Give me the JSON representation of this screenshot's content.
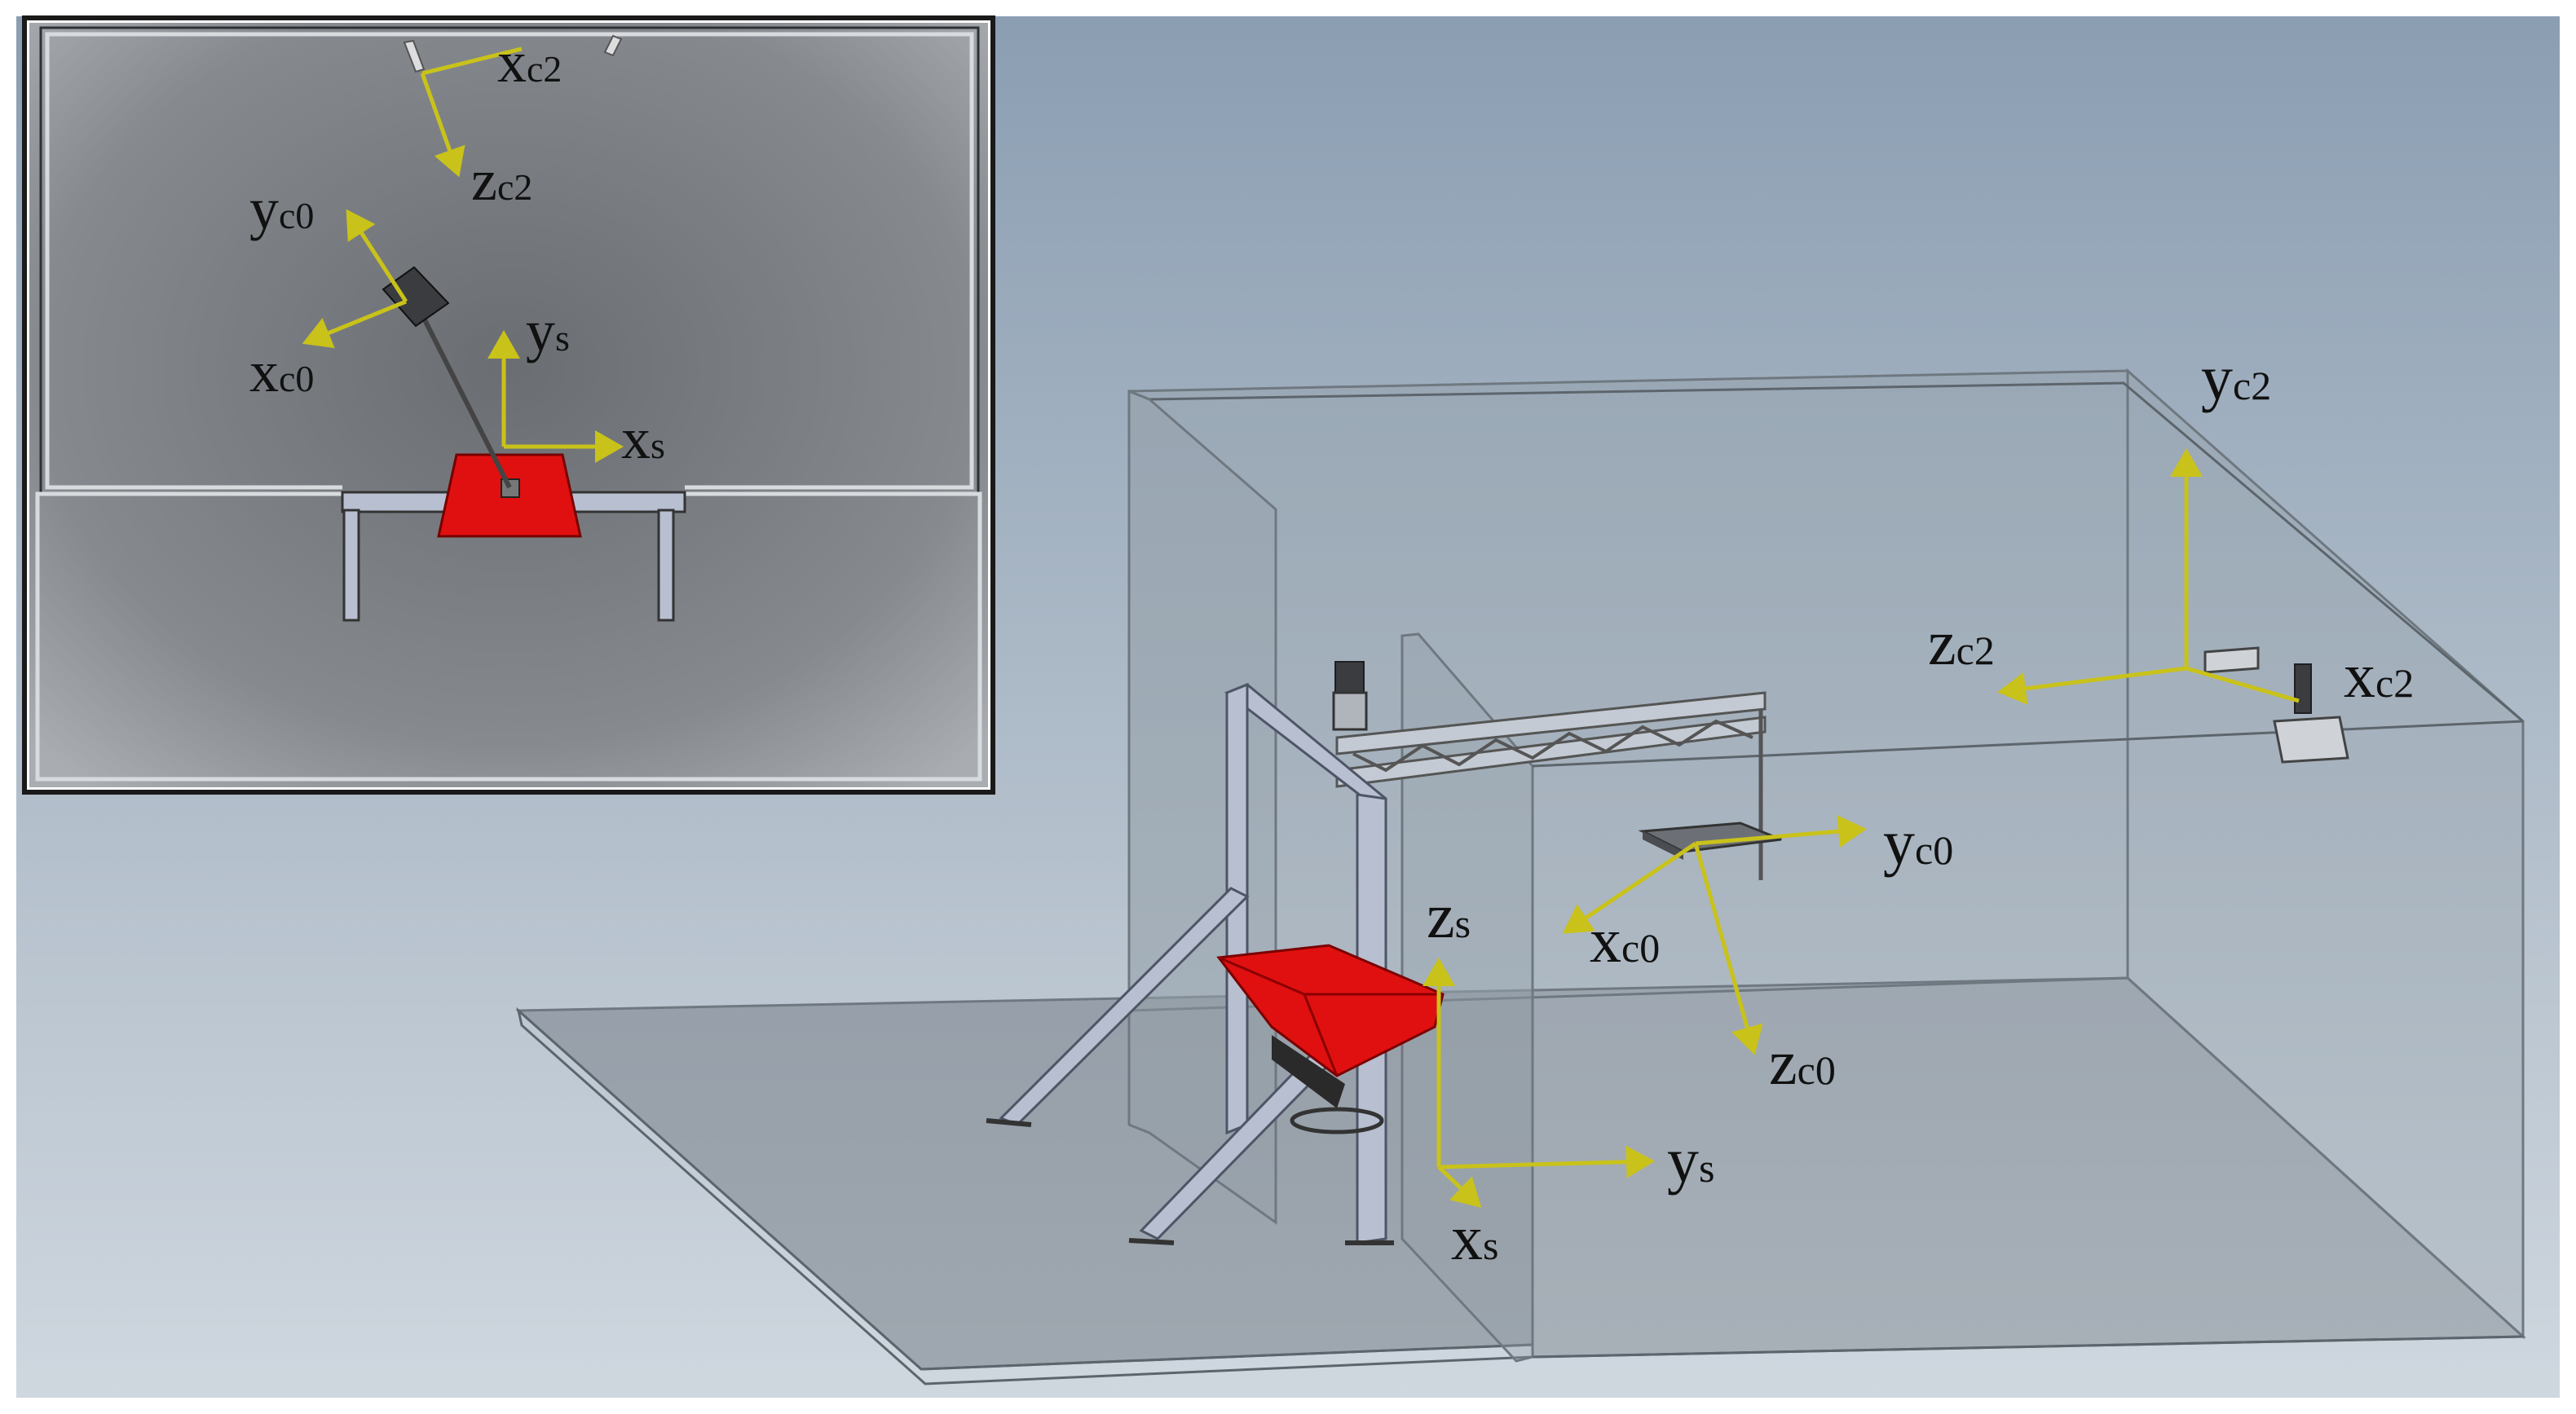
{
  "main_view": {
    "labels": {
      "yc2": {
        "main": "y",
        "sub": "c2"
      },
      "zc2": {
        "main": "z",
        "sub": "c2"
      },
      "xc2": {
        "main": "x",
        "sub": "c2"
      },
      "yc0": {
        "main": "y",
        "sub": "c0"
      },
      "xc0": {
        "main": "x",
        "sub": "c0"
      },
      "zc0": {
        "main": "z",
        "sub": "c0"
      },
      "zs": {
        "main": "z",
        "sub": "s"
      },
      "ys": {
        "main": "y",
        "sub": "s"
      },
      "xs": {
        "main": "x",
        "sub": "s"
      }
    }
  },
  "inset_top_view": {
    "labels": {
      "xc2": {
        "main": "x",
        "sub": "c2"
      },
      "zc2": {
        "main": "z",
        "sub": "c2"
      },
      "yc0": {
        "main": "y",
        "sub": "c0"
      },
      "xc0": {
        "main": "x",
        "sub": "c0"
      },
      "ys": {
        "main": "y",
        "sub": "s"
      },
      "xs": {
        "main": "x",
        "sub": "s"
      }
    }
  },
  "colors": {
    "axis": "#c9c21a",
    "spreader_red": "#e01010",
    "frame": "#b7bfd0",
    "background_top": "#8da0b4",
    "background_bottom": "#c6d0da"
  }
}
